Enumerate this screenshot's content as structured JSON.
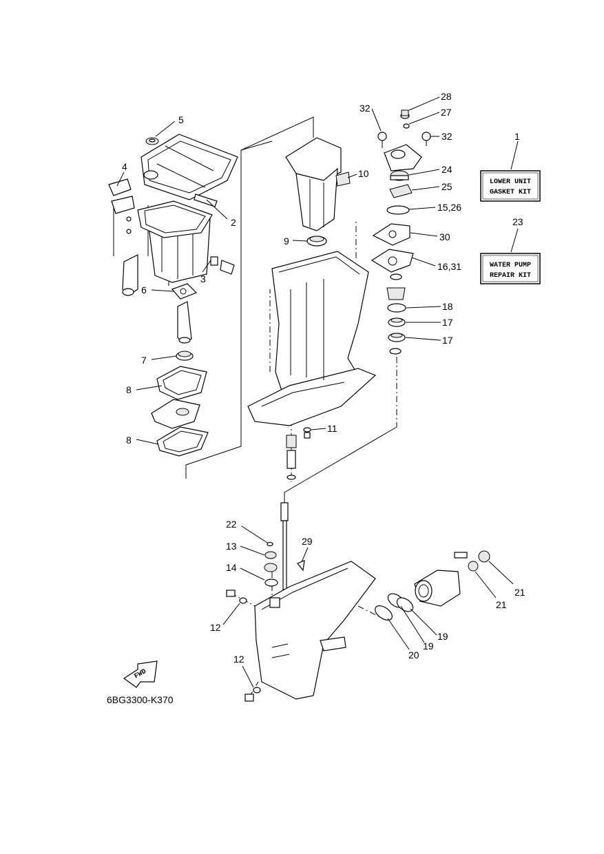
{
  "diagram_code": "6BG3300-K370",
  "fwd_label": "FWD",
  "kits": {
    "lower_unit": {
      "number": "1",
      "line1": "LOWER UNIT",
      "line2": "GASKET KIT"
    },
    "water_pump": {
      "number": "23",
      "line1": "WATER PUMP",
      "line2": "REPAIR KIT"
    }
  },
  "callouts": {
    "c2": "2",
    "c3": "3",
    "c4": "4",
    "c5": "5",
    "c6": "6",
    "c7": "7",
    "c8a": "8",
    "c8b": "8",
    "c9": "9",
    "c10": "10",
    "c11": "11",
    "c12a": "12",
    "c12b": "12",
    "c13": "13",
    "c14": "14",
    "c15": "15,26",
    "c16": "16,31",
    "c17a": "17",
    "c17b": "17",
    "c18": "18",
    "c19a": "19",
    "c19b": "19",
    "c20": "20",
    "c21a": "21",
    "c21b": "21",
    "c22": "22",
    "c24": "24",
    "c25": "25",
    "c27": "27",
    "c28": "28",
    "c29": "29",
    "c30": "30",
    "c32a": "32",
    "c32b": "32"
  }
}
